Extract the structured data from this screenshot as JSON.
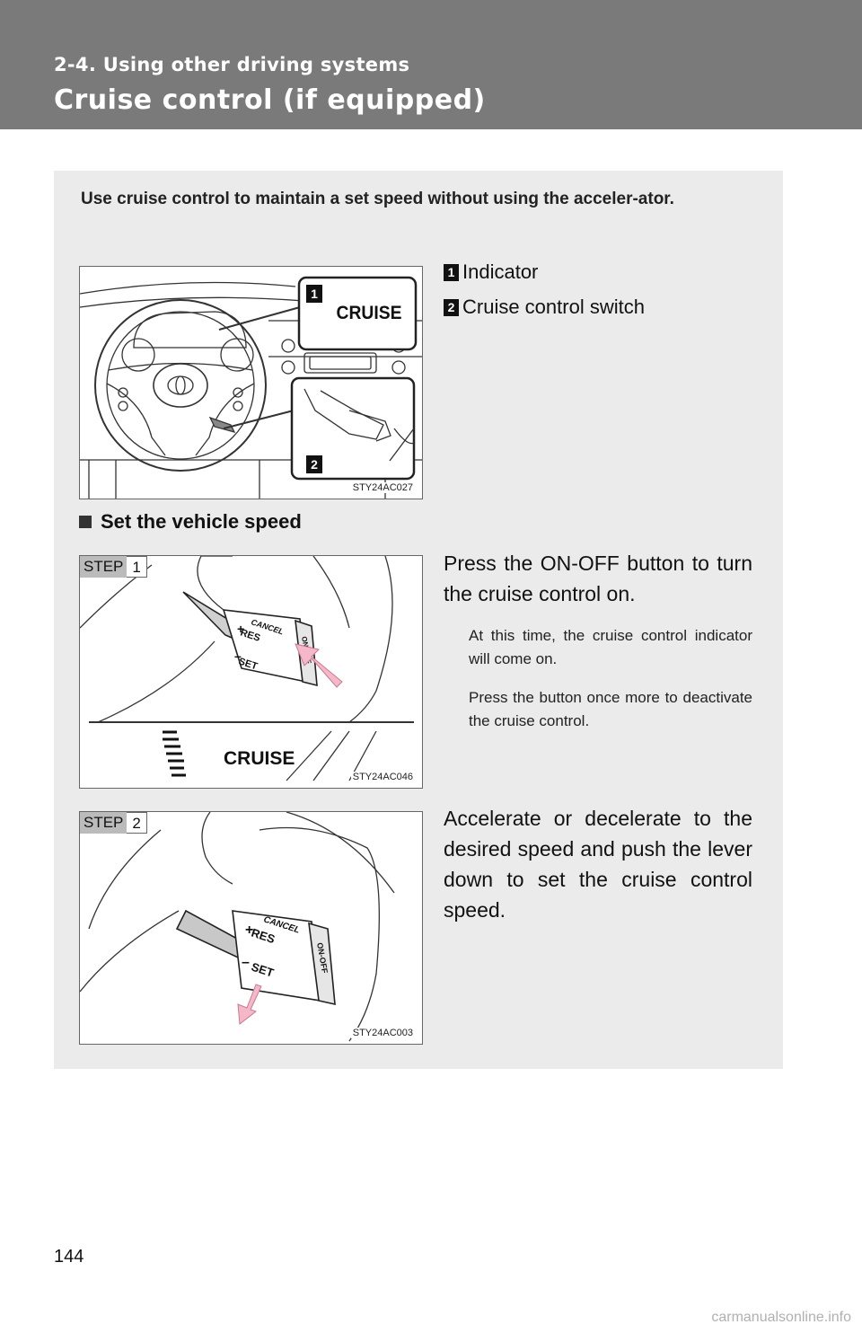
{
  "header": {
    "section": "2-4. Using other driving systems",
    "title": "Cruise control (if equipped)"
  },
  "intro": "Use cruise control to maintain a set speed without using the acceler-ator.",
  "overview_figure": {
    "callout_1": "1",
    "callout_2": "2",
    "indicator_text": "CRUISE",
    "code": "STY24AC027"
  },
  "legend": [
    {
      "num": "1",
      "label": "Indicator"
    },
    {
      "num": "2",
      "label": "Cruise control switch"
    }
  ],
  "section": {
    "title": "Set the vehicle speed"
  },
  "lever": {
    "cancel": "CANCEL",
    "res": "RES",
    "set": "SET",
    "onoff": "ON-OFF"
  },
  "steps": [
    {
      "word": "STEP",
      "num": "1",
      "text": "Press the ON-OFF button to turn the cruise control on.",
      "notes": [
        "At this time, the cruise control indicator will come on.",
        "Press the button once more to deactivate the cruise control."
      ],
      "indicator_text": "CRUISE",
      "code": "STY24AC046"
    },
    {
      "word": "STEP",
      "num": "2",
      "text": "Accelerate or decelerate to the desired speed and push the lever down to set the cruise control speed.",
      "code": "STY24AC003"
    }
  ],
  "page_number": "144",
  "watermark": "carmanualsonline.info",
  "colors": {
    "header_bg": "#7a7a7a",
    "panel_bg": "#ebebeb",
    "arrow": "#f4b8c8"
  }
}
